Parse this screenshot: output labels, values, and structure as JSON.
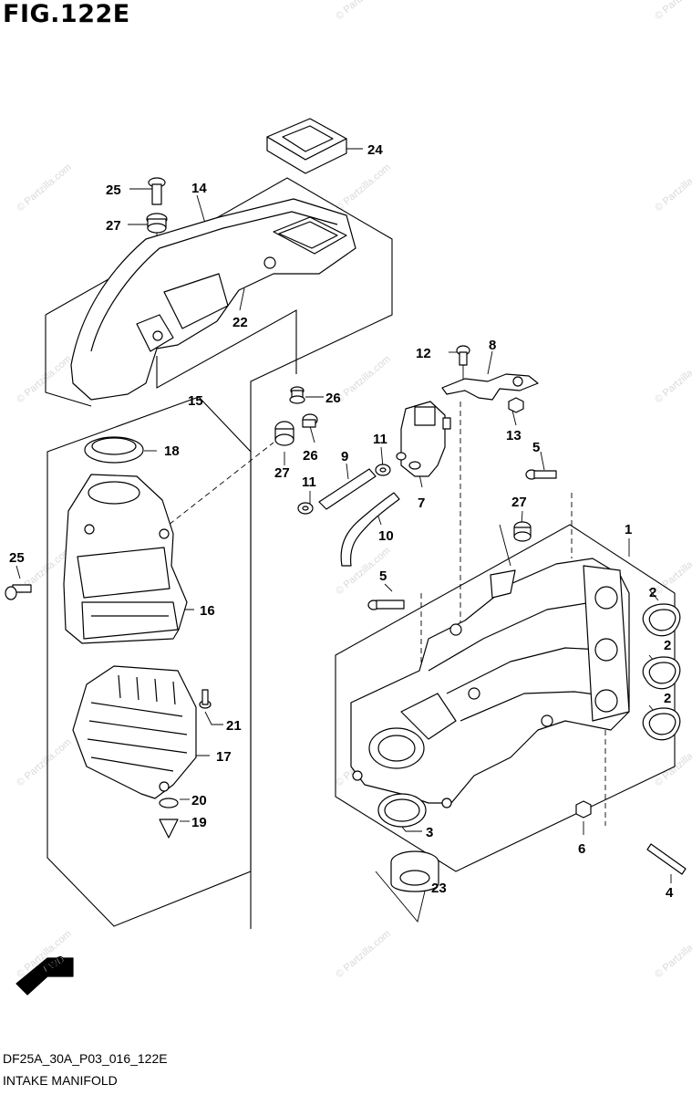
{
  "figure": {
    "title": "FIG.122E"
  },
  "watermark": {
    "text": "© Partzilla.com"
  },
  "direction_badge": {
    "label": "FWD"
  },
  "callouts": [
    {
      "num": "24"
    },
    {
      "num": "25"
    },
    {
      "num": "14"
    },
    {
      "num": "27"
    },
    {
      "num": "22"
    },
    {
      "num": "26"
    },
    {
      "num": "15"
    },
    {
      "num": "18"
    },
    {
      "num": "26"
    },
    {
      "num": "27"
    },
    {
      "num": "12"
    },
    {
      "num": "8"
    },
    {
      "num": "13"
    },
    {
      "num": "11"
    },
    {
      "num": "9"
    },
    {
      "num": "11"
    },
    {
      "num": "7"
    },
    {
      "num": "5"
    },
    {
      "num": "27"
    },
    {
      "num": "10"
    },
    {
      "num": "1"
    },
    {
      "num": "25"
    },
    {
      "num": "5"
    },
    {
      "num": "16"
    },
    {
      "num": "2"
    },
    {
      "num": "2"
    },
    {
      "num": "2"
    },
    {
      "num": "21"
    },
    {
      "num": "17"
    },
    {
      "num": "20"
    },
    {
      "num": "19"
    },
    {
      "num": "3"
    },
    {
      "num": "6"
    },
    {
      "num": "23"
    },
    {
      "num": "4"
    }
  ],
  "footer": {
    "code": "DF25A_30A_P03_016_122E",
    "name": "INTAKE MANIFOLD"
  }
}
